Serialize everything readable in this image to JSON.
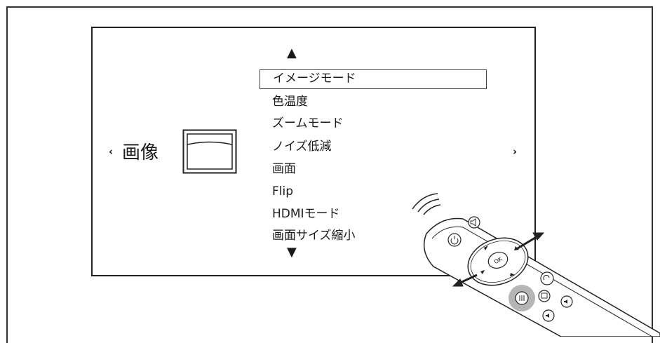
{
  "screen": {
    "category_label": "画像",
    "prev_glyph": "‹",
    "next_glyph": "›",
    "scroll_up_glyph": "▲",
    "scroll_down_glyph": "▼"
  },
  "menu": {
    "selected_index": 0,
    "items": [
      "イメージモード",
      "色温度",
      "ズームモード",
      "ノイズ低減",
      "画面",
      "Flip",
      "HDMIモード",
      "画面サイズ縮小"
    ]
  },
  "remote": {
    "ok_label": "OK",
    "highlighted_button": "menu-button"
  },
  "colors": {
    "line": "#222222",
    "highlight": "#b5b5b5"
  }
}
